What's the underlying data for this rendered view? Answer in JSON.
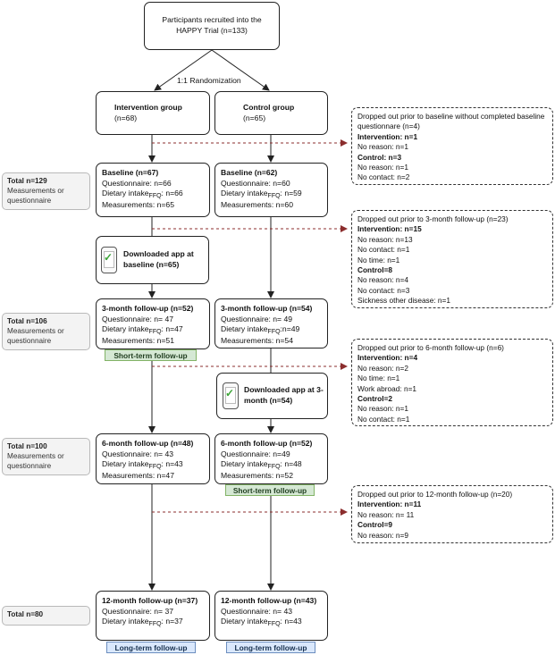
{
  "recruit": "Participants recruited into the HAPPY Trial (n=133)",
  "randomization": "1:1 Randomization",
  "intervention": {
    "title": "Intervention group",
    "n": "(n=68)"
  },
  "control": {
    "title": "Control group",
    "n": "(n=65)"
  },
  "baseline_int": {
    "title": "Baseline (n=67)",
    "q": "Questionnaire: n=66",
    "diet_pre": "Dietary intake",
    "diet_sub": "FFQ",
    "diet_post": ": n=66",
    "meas": "Measurements: n=65"
  },
  "baseline_ctrl": {
    "title": "Baseline (n=62)",
    "q": "Questionnaire: n=60",
    "diet_pre": "Dietary intake",
    "diet_sub": "FFQ",
    "diet_post": ": n=59",
    "meas": "Measurements: n=60"
  },
  "app_baseline": "Downloaded app at baseline (n=65)",
  "app_3month": "Downloaded app at 3-month (n=54)",
  "m3_int": {
    "title": "3-month follow-up (n=52)",
    "q": "Questionnaire: n= 47",
    "diet_pre": "Dietary intake",
    "diet_sub": "FFQ",
    "diet_post": ": n=47",
    "meas": "Measurements: n=51"
  },
  "m3_ctrl": {
    "title": "3-month follow-up (n=54)",
    "q": "Questionnaire: n= 49",
    "diet_pre": "Dietary intake",
    "diet_sub": "FFQ",
    "diet_post": ":n=49",
    "meas": "Measurements: n=54"
  },
  "m6_int": {
    "title": "6-month follow-up (n=48)",
    "q": "Questionnaire: n= 43",
    "diet_pre": "Dietary intake",
    "diet_sub": "FFQ",
    "diet_post": ": n=43",
    "meas": "Measurements: n=47"
  },
  "m6_ctrl": {
    "title": "6-month follow-up (n=52)",
    "q": "Questionnaire: n=49",
    "diet_pre": "Dietary intake",
    "diet_sub": "FFQ",
    "diet_post": ": n=48",
    "meas": "Measurements: n=52"
  },
  "m12_int": {
    "title": "12-month follow-up (n=37)",
    "q": "Questionnaire: n= 37",
    "diet_pre": "Dietary intake",
    "diet_sub": "FFQ",
    "diet_post": ": n=37"
  },
  "m12_ctrl": {
    "title": "12-month follow-up (n=43)",
    "q": "Questionnaire: n= 43",
    "diet_pre": "Dietary intake",
    "diet_sub": "FFQ",
    "diet_post": ": n=43"
  },
  "tags": {
    "short_term": "Short-term follow-up",
    "long_term": "Long-term follow-up"
  },
  "totals": {
    "t1": "Total n=129",
    "t2": "Total n=106",
    "t3": "Total n=100",
    "t4": "Total n=80",
    "sub": "Measurements or questionnaire"
  },
  "drop1": {
    "head": "Dropped out prior to baseline without completed baseline questionnare (n=4)",
    "int": "Intervention: n=1",
    "l1": "No reason: n=1",
    "ctrl": "Control: n=3",
    "l2": "No reason: n=1",
    "l3": "No contact: n=2"
  },
  "drop2": {
    "head": "Dropped out prior to 3-month follow-up (n=23)",
    "int": "Intervention: n=15",
    "l1": "No reason: n=13",
    "l2": "No contact: n=1",
    "l3": "No time: n=1",
    "ctrl": "Control=8",
    "l4": "No reason: n=4",
    "l5": "No contact: n=3",
    "l6": "Sickness other disease: n=1"
  },
  "drop3": {
    "head": "Dropped out prior to 6-month follow-up (n=6)",
    "int": "Intervention: n=4",
    "l1": "No reason: n=2",
    "l2": "No time: n=1",
    "l3": "Work abroad: n=1",
    "ctrl": "Control=2",
    "l4": "No reason: n=1",
    "l5": "No contact: n=1"
  },
  "drop4": {
    "head": "Dropped out prior to 12-month follow-up (n=20)",
    "int": "Intervention: n=11",
    "l1": "No reason: n= 11",
    "ctrl": "Control=9",
    "l2": "No reason: n=9"
  },
  "colors": {
    "short_term_fill": "#d5e8d4",
    "long_term_fill": "#dae8fc",
    "dropout_arrow": "#8b2d2d",
    "app_check": "#3aa335"
  }
}
